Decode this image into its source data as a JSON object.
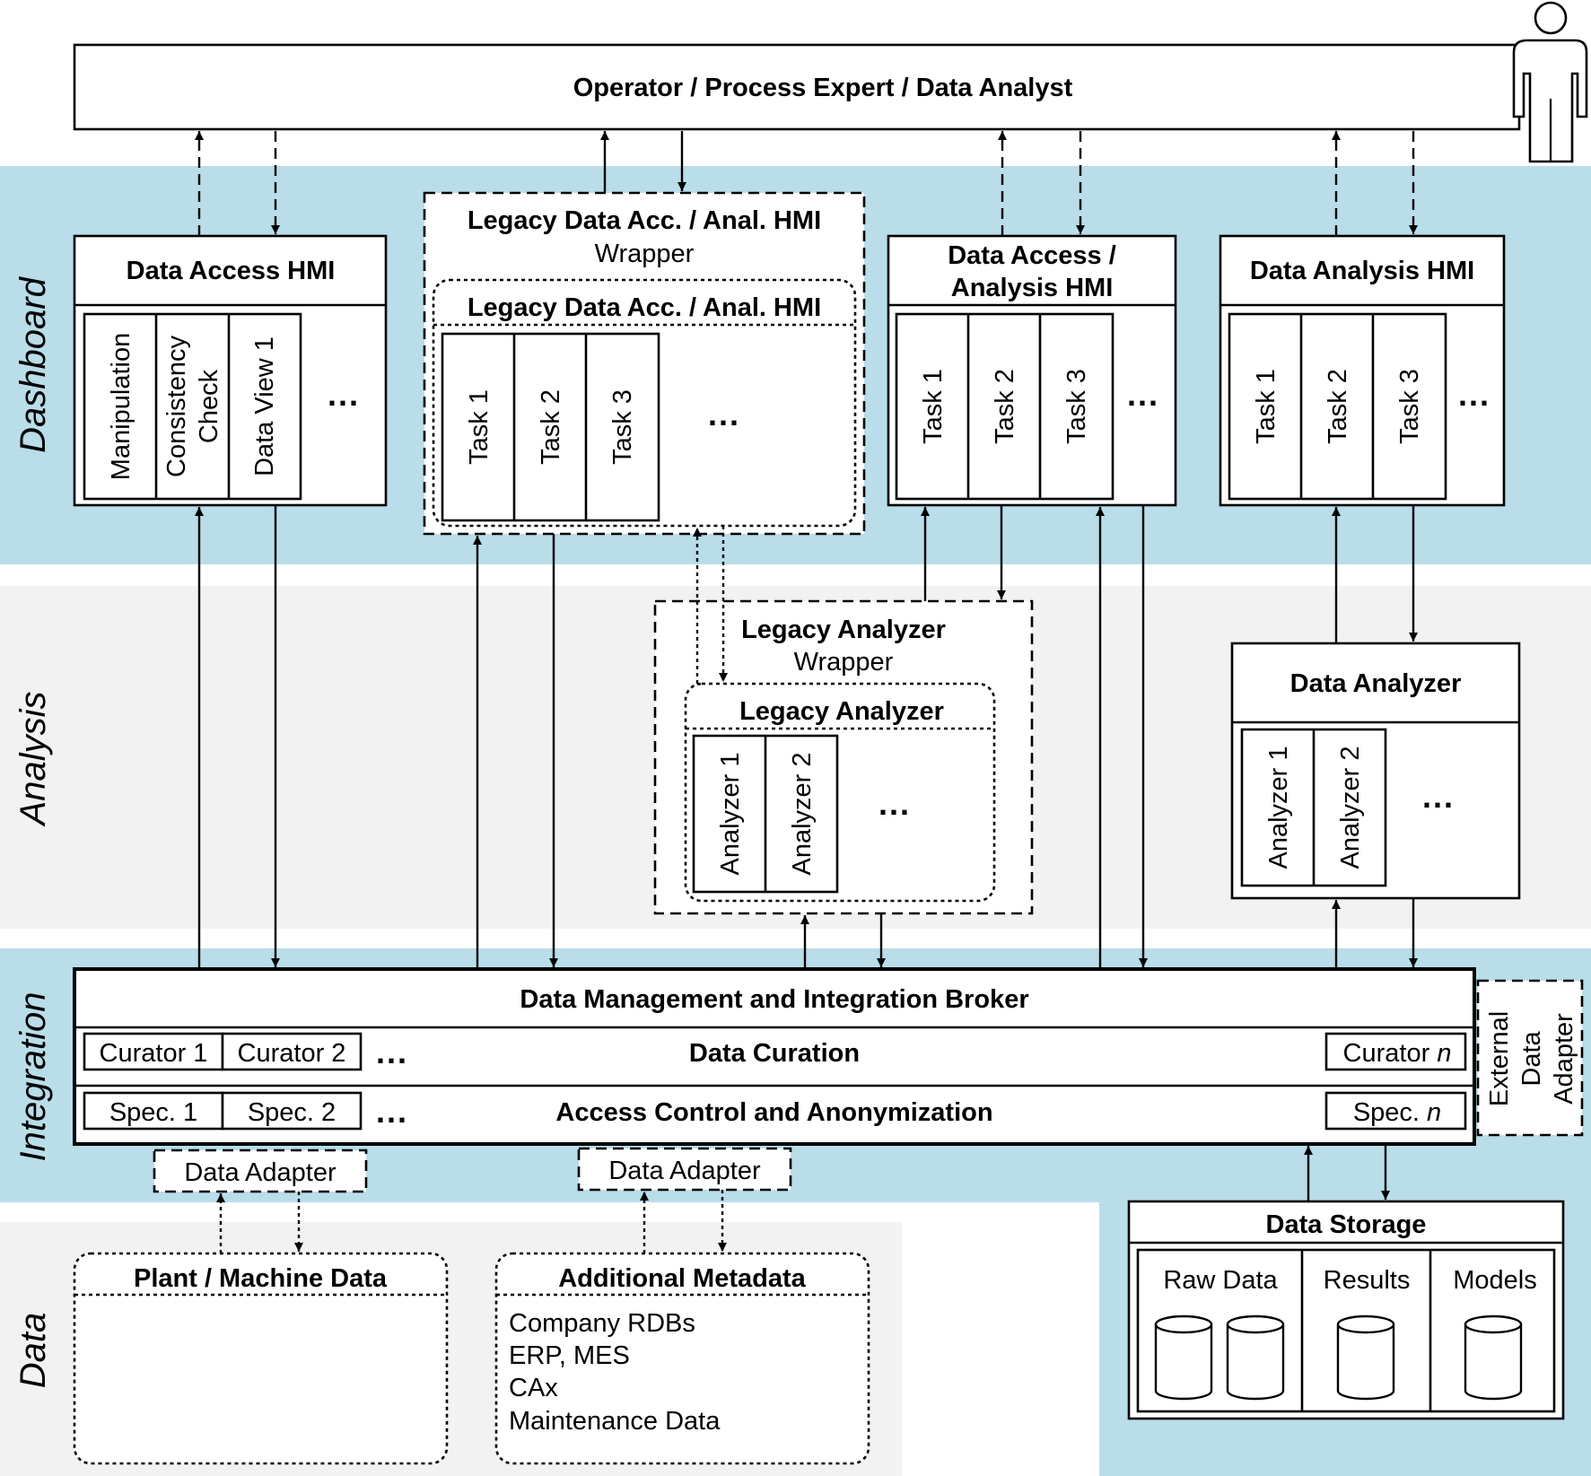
{
  "layers": {
    "dashboard": "Dashboard",
    "analysis": "Analysis",
    "integration": "Integration",
    "data": "Data"
  },
  "operator": "Operator / Process Expert / Data Analyst",
  "dashboard": {
    "data_access_hmi": {
      "title": "Data Access HMI",
      "items": [
        "Manipulation",
        "Consistency",
        "Check",
        "Data View 1"
      ]
    },
    "legacy_hmi_wrapper": {
      "title": "Legacy Data Acc. / Anal. HMI",
      "subtitle": "Wrapper",
      "inner_title": "Legacy Data Acc. / Anal. HMI",
      "tasks": [
        "Task 1",
        "Task 2",
        "Task 3"
      ]
    },
    "data_access_analysis_hmi": {
      "title_line1": "Data Access /",
      "title_line2": "Analysis HMI",
      "tasks": [
        "Task 1",
        "Task 2",
        "Task 3"
      ]
    },
    "data_analysis_hmi": {
      "title": "Data Analysis HMI",
      "tasks": [
        "Task 1",
        "Task 2",
        "Task 3"
      ]
    },
    "ellipsis": "..."
  },
  "analysis": {
    "legacy_analyzer_wrapper": {
      "title": "Legacy Analyzer",
      "subtitle": "Wrapper",
      "inner_title": "Legacy Analyzer",
      "analyzers": [
        "Analyzer 1",
        "Analyzer 2"
      ]
    },
    "data_analyzer": {
      "title": "Data Analyzer",
      "analyzers": [
        "Analyzer 1",
        "Analyzer 2"
      ]
    }
  },
  "integration": {
    "broker": "Data Management and Integration Broker",
    "curation": {
      "label": "Data Curation",
      "curator1": "Curator 1",
      "curator2": "Curator 2",
      "curator_n_prefix": "Curator",
      "curator_n_var": "n"
    },
    "access_control": {
      "label": "Access Control and Anonymization",
      "spec1": "Spec. 1",
      "spec2": "Spec. 2",
      "spec_n_prefix": "Spec.",
      "spec_n_var": "n"
    },
    "external_adapter": [
      "External",
      "Data",
      "Adapter"
    ],
    "data_adapter": "Data Adapter"
  },
  "data": {
    "plant_machine": {
      "title": "Plant / Machine Data"
    },
    "additional_metadata": {
      "title": "Additional Metadata",
      "items": [
        "Company RDBs",
        "ERP, MES",
        "CAx",
        "Maintenance Data"
      ]
    },
    "data_storage": {
      "title": "Data Storage",
      "columns": [
        "Raw Data",
        "Results",
        "Models"
      ]
    }
  },
  "colors": {
    "dashboard_band": "#b9dde9",
    "analysis_band": "#f2f2f2",
    "integration_band": "#b9dde9",
    "data_band": "#f2f2f2"
  }
}
